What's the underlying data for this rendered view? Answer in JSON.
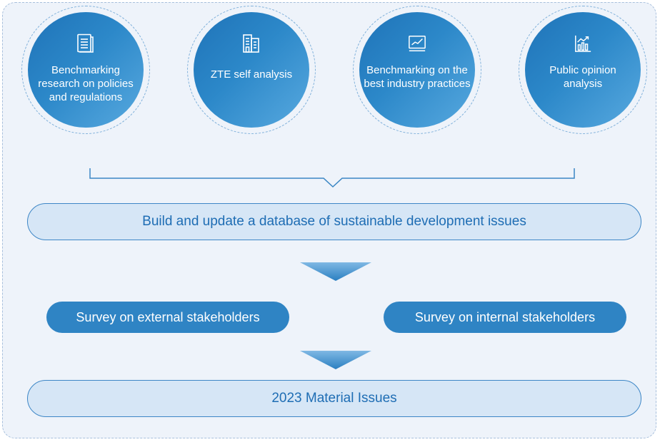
{
  "sources": [
    {
      "icon": "document-icon",
      "label": "Benchmarking research on policies and regulations"
    },
    {
      "icon": "building-icon",
      "label": "ZTE self analysis"
    },
    {
      "icon": "line-chart-icon",
      "label": "Benchmarking on the best industry practices"
    },
    {
      "icon": "bar-chart-icon",
      "label": "Public opinion analysis"
    }
  ],
  "database_step": "Build and update a database of sustainable development issues",
  "surveys": {
    "external": "Survey on external stakeholders",
    "internal": "Survey on internal stakeholders"
  },
  "result": "2023 Material Issues",
  "colors": {
    "panel": "#eef3fa",
    "circle": "#2c88c9",
    "pill": "#2f84c4",
    "bar_fill": "#d6e6f6",
    "bar_text": "#1e6db4",
    "arrow": "#2a7fc1"
  }
}
